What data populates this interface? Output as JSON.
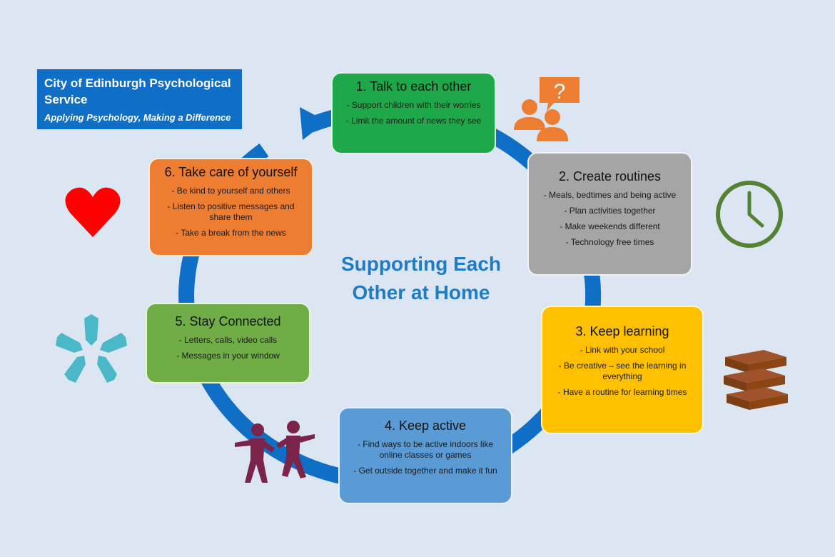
{
  "banner": {
    "title": "City of Edinburgh Psychological Service",
    "subtitle": "Applying Psychology, Making a Difference"
  },
  "center_title": "Supporting Each Other at Home",
  "steps": [
    {
      "title": "1. Talk to each other",
      "items": [
        "- Support children with their worries",
        "- Limit  the amount of news they see"
      ],
      "color": "#1fa84a"
    },
    {
      "title": "2. Create routines",
      "items": [
        "- Meals, bedtimes and being active",
        "- Plan activities together",
        "- Make weekends different",
        "- Technology free times"
      ],
      "color": "#a5a5a5"
    },
    {
      "title": "3. Keep learning",
      "items": [
        "- Link with your school",
        "- Be creative – see the learning in everything",
        "- Have a routine for learning times"
      ],
      "color": "#ffc000"
    },
    {
      "title": "4. Keep active",
      "items": [
        "- Find ways to be active indoors like online classes or games",
        "- Get outside together and make it fun"
      ],
      "color": "#5b9bd5"
    },
    {
      "title": "5. Stay Connected",
      "items": [
        "- Letters, calls, video calls",
        "- Messages in your window"
      ],
      "color": "#70ad47"
    },
    {
      "title": "6. Take care of yourself",
      "items": [
        "-  Be kind to yourself and others",
        "- Listen to positive messages and share them",
        "- Take a break from the news"
      ],
      "color": "#ed7d31"
    }
  ],
  "icons": [
    "talking-people-icon",
    "clock-icon",
    "books-icon",
    "dancing-people-icon",
    "hands-circle-icon",
    "heart-icon"
  ],
  "colors": {
    "ring": "#0f6fc6",
    "title": "#1f7bc3",
    "background": "#dce6f2"
  }
}
